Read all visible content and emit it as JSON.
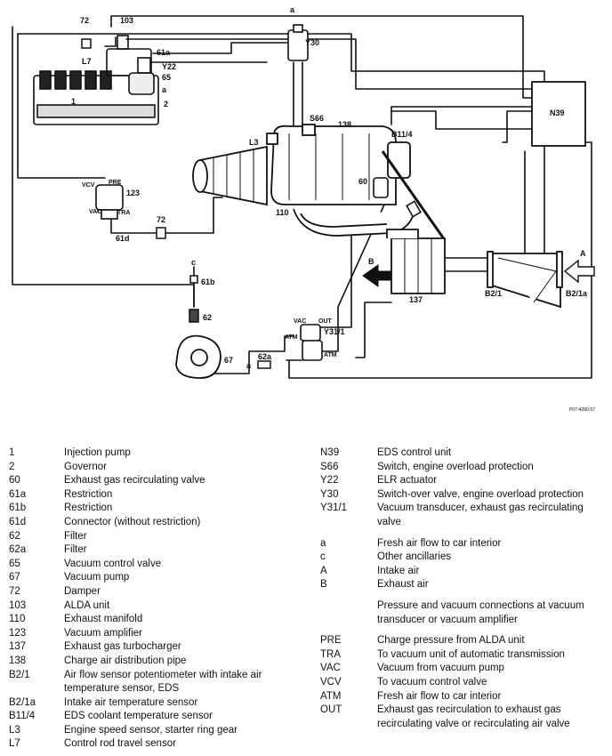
{
  "diagram": {
    "labels": {
      "l_a_top": "a",
      "l_72_top": "72",
      "l_103": "103",
      "l_L7": "L7",
      "l_61a": "61a",
      "l_Y22": "Y22",
      "l_65": "65",
      "l_a_mid": "a",
      "l_1": "1",
      "l_2": "2",
      "l_Y30": "Y30",
      "l_N39": "N39",
      "l_S66": "S66",
      "l_138": "138",
      "l_L3": "L3",
      "l_B114": "B11/4",
      "l_60": "60",
      "l_110": "110",
      "l_VCV": "VCV",
      "l_PRE": "PRE",
      "l_123": "123",
      "l_VAC1": "VAC",
      "l_TRA": "TRA",
      "l_72_bot": "72",
      "l_61d": "61d",
      "l_c": "c",
      "l_61b": "61b",
      "l_62": "62",
      "l_67": "67",
      "l_B": "B",
      "l_A": "A",
      "l_B21": "B2/1",
      "l_B21a": "B2/1a",
      "l_137": "137",
      "l_VAC2": "VAC",
      "l_OUT": "OUT",
      "l_Y311": "Y31/1",
      "l_ATM1": "ATM",
      "l_ATM2": "ATM",
      "l_62a": "62a",
      "l_a_bot": "a",
      "ref_code": "P07-4280-57"
    }
  },
  "legend": {
    "left": [
      {
        "code": "1",
        "desc": "Injection pump"
      },
      {
        "code": "2",
        "desc": "Governor"
      },
      {
        "code": "60",
        "desc": "Exhaust gas recirculating valve"
      },
      {
        "code": "61a",
        "desc": "Restriction"
      },
      {
        "code": "61b",
        "desc": "Restriction"
      },
      {
        "code": "61d",
        "desc": "Connector (without restriction)"
      },
      {
        "code": "62",
        "desc": "Filter"
      },
      {
        "code": "62a",
        "desc": "Filter"
      },
      {
        "code": "65",
        "desc": "Vacuum control valve"
      },
      {
        "code": "67",
        "desc": "Vacuum pump"
      },
      {
        "code": "72",
        "desc": "Damper"
      },
      {
        "code": "103",
        "desc": "ALDA unit"
      },
      {
        "code": "110",
        "desc": "Exhaust manifold"
      },
      {
        "code": "123",
        "desc": "Vacuum amplifier"
      },
      {
        "code": "137",
        "desc": "Exhaust gas turbocharger"
      },
      {
        "code": "138",
        "desc": "Charge air distribution pipe"
      },
      {
        "code": "B2/1",
        "desc": "Air flow sensor potentiometer with intake air temperature sensor, EDS"
      },
      {
        "code": "B2/1a",
        "desc": "Intake air temperature sensor"
      },
      {
        "code": "B11/4",
        "desc": "EDS coolant temperature sensor"
      },
      {
        "code": "L3",
        "desc": "Engine speed sensor, starter ring gear"
      },
      {
        "code": "L7",
        "desc": "Control rod travel sensor"
      }
    ],
    "right_a": [
      {
        "code": "N39",
        "desc": "EDS control unit"
      },
      {
        "code": "S66",
        "desc": "Switch, engine overload protection"
      },
      {
        "code": "Y22",
        "desc": "ELR actuator"
      },
      {
        "code": "Y30",
        "desc": "Switch-over valve, engine overload protection"
      },
      {
        "code": "Y31/1",
        "desc": "Vacuum transducer, exhaust gas recirculating valve"
      }
    ],
    "right_b": [
      {
        "code": "a",
        "desc": "Fresh air flow to car interior"
      },
      {
        "code": "c",
        "desc": "Other ancillaries"
      },
      {
        "code": "A",
        "desc": "Intake air"
      },
      {
        "code": "B",
        "desc": "Exhaust air"
      }
    ],
    "right_heading": "Pressure and vacuum connections at vacuum transducer or vacuum amplifier",
    "right_c": [
      {
        "code": "PRE",
        "desc": "Charge pressure from ALDA unit"
      },
      {
        "code": "TRA",
        "desc": "To vacuum unit of automatic transmission"
      },
      {
        "code": "VAC",
        "desc": "Vacuum from vacuum pump"
      },
      {
        "code": "VCV",
        "desc": "To vacuum control valve"
      },
      {
        "code": "ATM",
        "desc": "Fresh air flow to car interior"
      },
      {
        "code": "OUT",
        "desc": "Exhaust gas recirculation to exhaust gas recirculating valve or recirculating air valve"
      }
    ]
  }
}
